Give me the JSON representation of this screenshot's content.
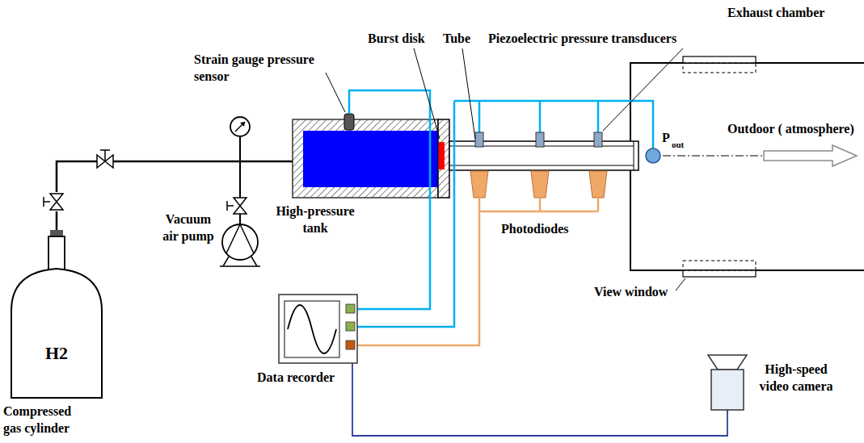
{
  "diagram": {
    "nodes": [
      {
        "text": [
          "H2"
        ]
      }
    ],
    "labels": [
      "Exhaust chamber",
      "Piezoelectric pressure transducers",
      "Tube",
      "Burst disk",
      "Strain gauge pressure sensor",
      "Outdoor ( atmosphere)",
      "P",
      "out",
      "High-pressure tank",
      "Vacuum air pump",
      "Photodiodes",
      "View window",
      "Data recorder",
      "High-speed video camera",
      "Compressed gas cylinder"
    ]
  }
}
